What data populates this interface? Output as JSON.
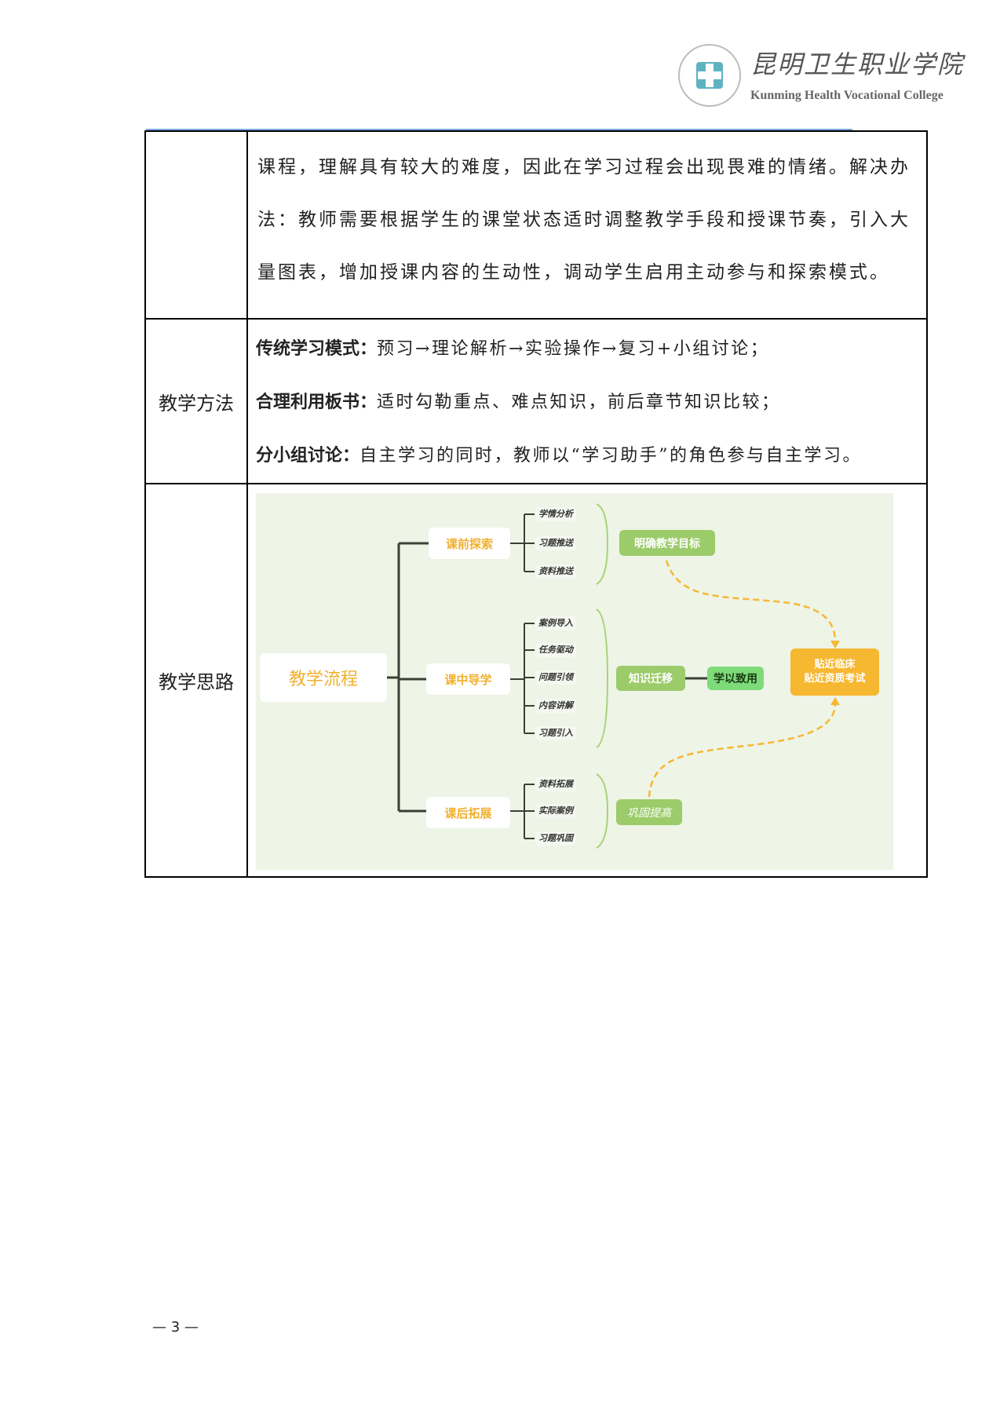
{
  "header": {
    "college_cn": "昆明卫生职业学院",
    "college_en": "Kunming Health Vocational College"
  },
  "table": {
    "row1": {
      "label": "",
      "text": "课程，理解具有较大的难度，因此在学习过程会出现畏难的情绪。解决办法：教师需要根据学生的课堂状态适时调整教学手段和授课节奏，引入大量图表，增加授课内容的生动性，调动学生启用主动参与和探索模式。"
    },
    "row2": {
      "label": "教学方法",
      "items": [
        {
          "title": "传统学习模式：",
          "text": "预习→理论解析→实验操作→复习+小组讨论；"
        },
        {
          "title": "合理利用板书：",
          "text": "适时勾勒重点、难点知识，前后章节知识比较；"
        },
        {
          "title": "分小组讨论：",
          "text": "自主学习的同时，教师以“学习助手”的角色参与自主学习。"
        }
      ]
    },
    "row3": {
      "label": "教学思路",
      "diagram": {
        "root": "教学流程",
        "stages": [
          {
            "name": "课前探索",
            "items": [
              "学情分析",
              "习题推送",
              "资料推送"
            ],
            "outcome": "明确教学目标"
          },
          {
            "name": "课中导学",
            "items": [
              "案例导入",
              "任务驱动",
              "问题引领",
              "内容讲解",
              "习题引入"
            ],
            "outcome": "知识迁移",
            "outcome2": "学以致用"
          },
          {
            "name": "课后拓展",
            "items": [
              "资料拓展",
              "实际案例",
              "习题巩固"
            ],
            "outcome": "巩固提高"
          }
        ],
        "goal_line1": "贴近临床",
        "goal_line2": "贴近资质考试",
        "colors": {
          "stage_text": "#f0b030",
          "green": "#9ccb6a",
          "light_green": "#7ddb7a",
          "orange": "#f6b731",
          "background": "#eef4e6"
        }
      }
    }
  },
  "footer": {
    "page_number": "— 3 —"
  }
}
